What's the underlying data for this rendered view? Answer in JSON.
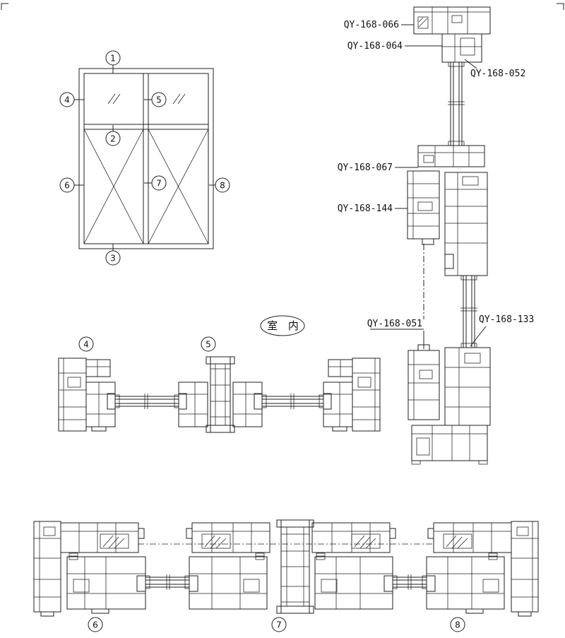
{
  "drawing": {
    "background": "#ffffff",
    "line_color": "#1f1f1f",
    "room_label": "室 内",
    "part_labels": {
      "qy_168_066": "QY-168-066",
      "qy_168_064": "QY-168-064",
      "qy_168_052": "QY-168-052",
      "qy_168_067": "QY-168-067",
      "qy_168_144": "QY-168-144",
      "qy_168_051": "QY-168-051",
      "qy_168_133": "QY-168-133"
    },
    "elevation_callouts": {
      "c1": "1",
      "c2": "2",
      "c3": "3",
      "c4": "4",
      "c5": "5",
      "c6": "6",
      "c7": "7",
      "c8": "8"
    },
    "section_labels": {
      "s4": "4",
      "s5": "5",
      "s6": "6",
      "s7": "7",
      "s8": "8"
    }
  }
}
